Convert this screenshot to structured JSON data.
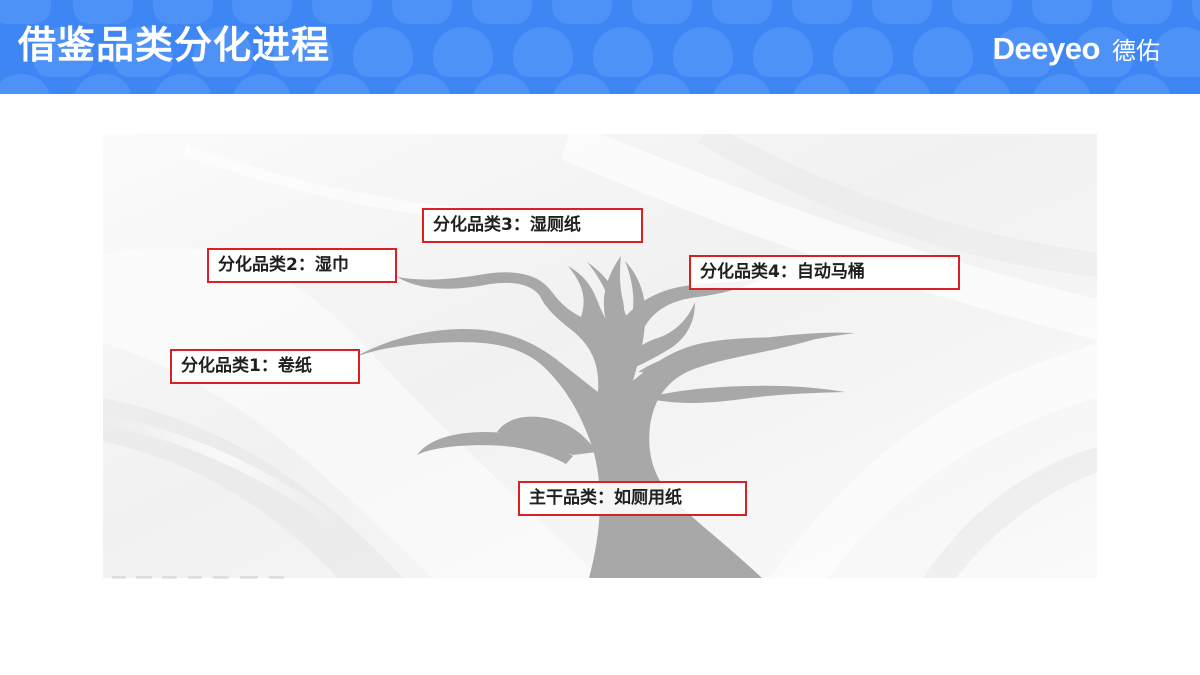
{
  "header": {
    "title": "借鉴品类分化进程",
    "brand_en": "Deeyeo",
    "brand_zh": "德佑",
    "background": "#3d86f4",
    "pattern_color": "#5d9dfa"
  },
  "diagram": {
    "labels": [
      "分化品类1：卷纸",
      "分化品类2：湿巾",
      "分化品类3：湿厕纸",
      "分化品类4：自动马桶",
      "主干品类：如厕用纸"
    ],
    "tree_color": "#a8a8a8",
    "label_border_color": "#d82025"
  }
}
